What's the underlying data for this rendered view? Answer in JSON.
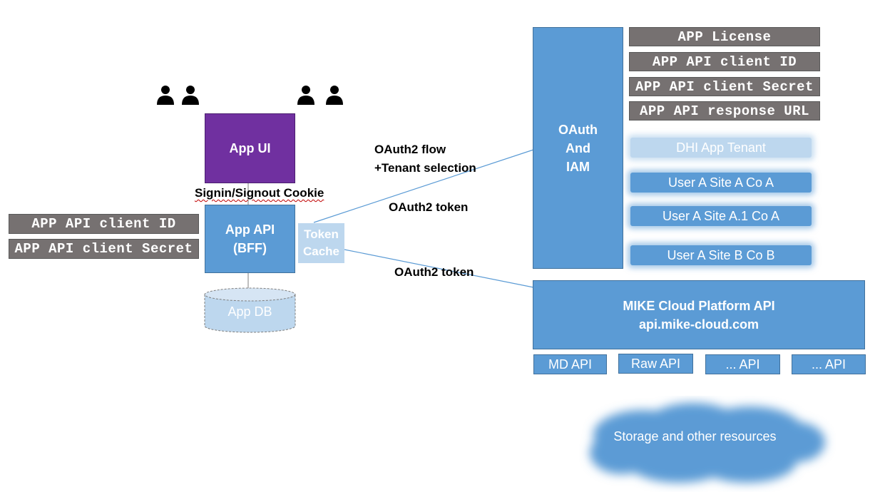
{
  "users_left": {
    "icon": "users-icon"
  },
  "users_right": {
    "icon": "users-icon"
  },
  "app_ui": {
    "label": "App UI"
  },
  "cookie_label": {
    "text": "Signin/Signout Cookie"
  },
  "app_api": {
    "line1": "App API",
    "line2": "(BFF)"
  },
  "token_cache": {
    "line1": "Token",
    "line2": "Cache"
  },
  "app_db": {
    "label": "App DB"
  },
  "left_credentials": [
    "APP API client ID",
    "APP API client Secret"
  ],
  "oauth_flow": {
    "line1": "OAuth2 flow",
    "line2": "+Tenant selection"
  },
  "oauth_token_1": {
    "text": "OAuth2 token"
  },
  "oauth_token_2": {
    "text": "OAuth2 token"
  },
  "oauth_iam": {
    "line1": "OAuth",
    "line2": "And",
    "line3": "IAM"
  },
  "right_credentials": [
    "APP License",
    "APP API client ID",
    "APP API client Secret",
    "APP API response URL"
  ],
  "tenants": [
    "DHI App Tenant",
    "User A Site A Co A",
    "User A Site A.1 Co A",
    "User A Site B Co B"
  ],
  "platform": {
    "line1": "MIKE Cloud Platform API",
    "line2": "api.mike-cloud.com"
  },
  "sub_apis": [
    "MD API",
    "Raw API",
    "... API",
    "... API"
  ],
  "storage": {
    "label": "Storage and other resources"
  },
  "colors": {
    "blue": "#5b9bd5",
    "purple": "#7030a0",
    "gray": "#767171",
    "light_blue": "#bdd7ee"
  }
}
